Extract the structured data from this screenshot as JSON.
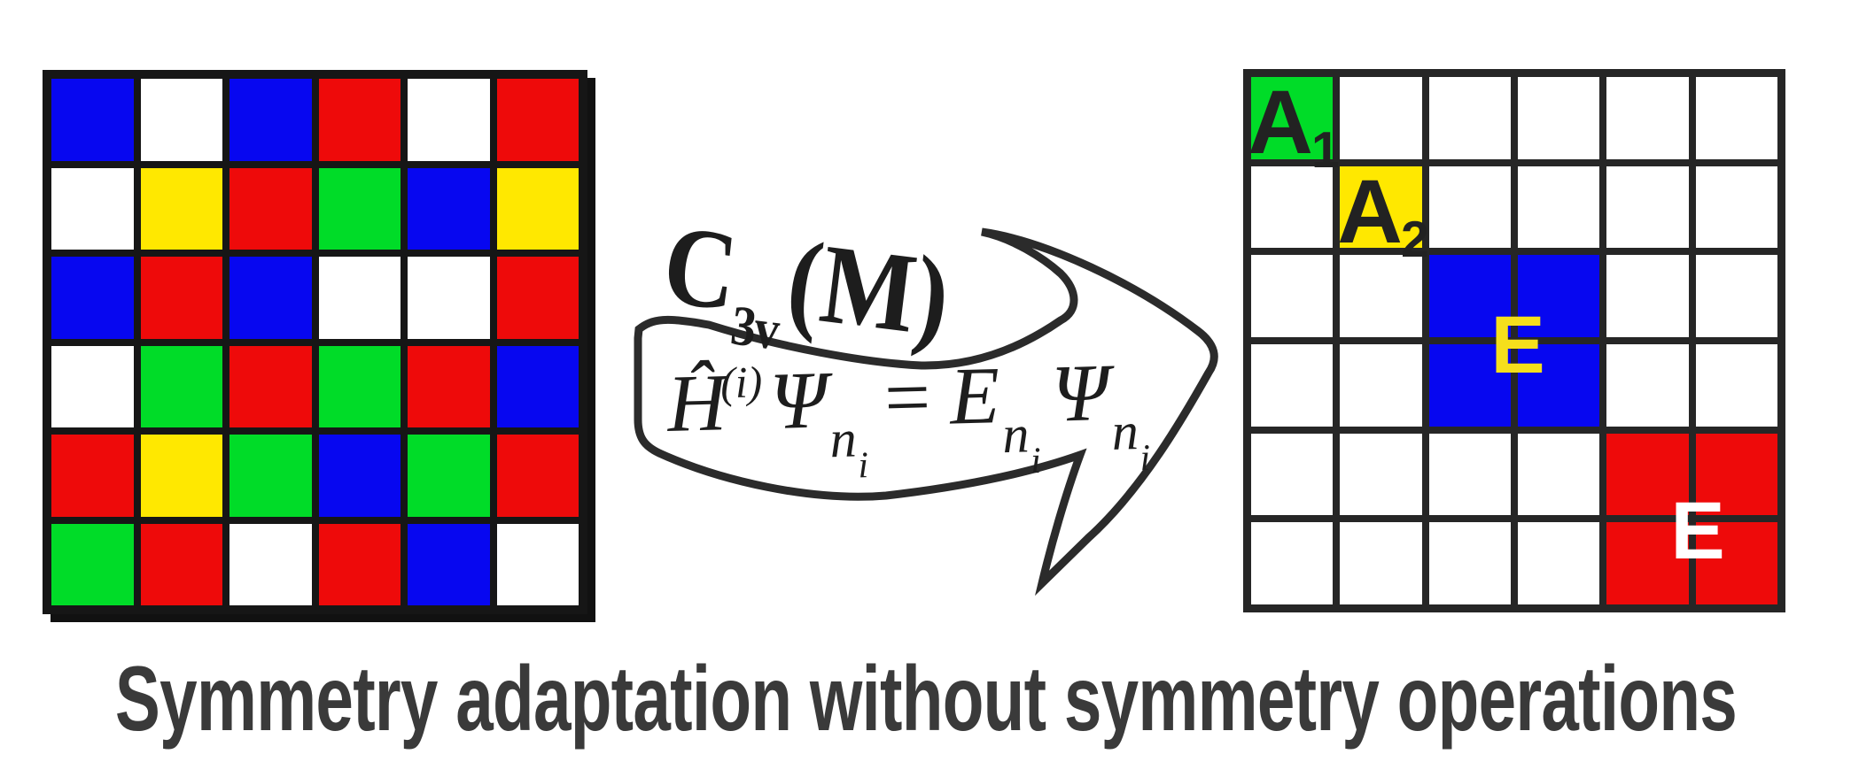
{
  "caption": "Symmetry adaptation without symmetry operations",
  "colors": {
    "white": "#ffffff",
    "red": "#ee0a0a",
    "green": "#00dc28",
    "blue": "#0707f0",
    "yellow": "#ffe800",
    "grid_line_left": "#161616",
    "grid_line_right": "#262626",
    "shadow": "#111111",
    "arrow_outline": "#2b2b2b",
    "text_dark": "#1d1d1d",
    "caption": "#3a3a3a",
    "matrix_label_dark": "#222222",
    "label_on_blue": "#f5df1c",
    "label_on_red": "#ffffff"
  },
  "left_matrix": {
    "cells": [
      [
        "blue",
        "white",
        "blue",
        "red",
        "white",
        "red"
      ],
      [
        "white",
        "yellow",
        "red",
        "green",
        "blue",
        "yellow"
      ],
      [
        "blue",
        "red",
        "blue",
        "white",
        "white",
        "red"
      ],
      [
        "white",
        "green",
        "red",
        "green",
        "red",
        "blue"
      ],
      [
        "red",
        "yellow",
        "green",
        "blue",
        "green",
        "red"
      ],
      [
        "green",
        "red",
        "white",
        "red",
        "blue",
        "white"
      ]
    ]
  },
  "right_matrix": {
    "cells": [
      [
        "green",
        "white",
        "white",
        "white",
        "white",
        "white"
      ],
      [
        "white",
        "yellow",
        "white",
        "white",
        "white",
        "white"
      ],
      [
        "white",
        "white",
        "blue",
        "blue",
        "white",
        "white"
      ],
      [
        "white",
        "white",
        "blue",
        "blue",
        "white",
        "white"
      ],
      [
        "white",
        "white",
        "white",
        "white",
        "red",
        "red"
      ],
      [
        "white",
        "white",
        "white",
        "white",
        "red",
        "red"
      ]
    ],
    "labels": {
      "a1": {
        "main": "A",
        "sub": "1"
      },
      "a2": {
        "main": "A",
        "sub": "2"
      },
      "e_blue": {
        "main": "E"
      },
      "e_red": {
        "main": "E"
      }
    }
  },
  "arrow": {
    "group_label": {
      "main": "C",
      "sub": "3v",
      "arg": "(M)"
    },
    "formula": {
      "h": "Ĥ",
      "sup": "(i)",
      "psi": "Ψ",
      "sub_n": "n",
      "sub_i": "i",
      "equals": "=",
      "energy": "E"
    }
  }
}
